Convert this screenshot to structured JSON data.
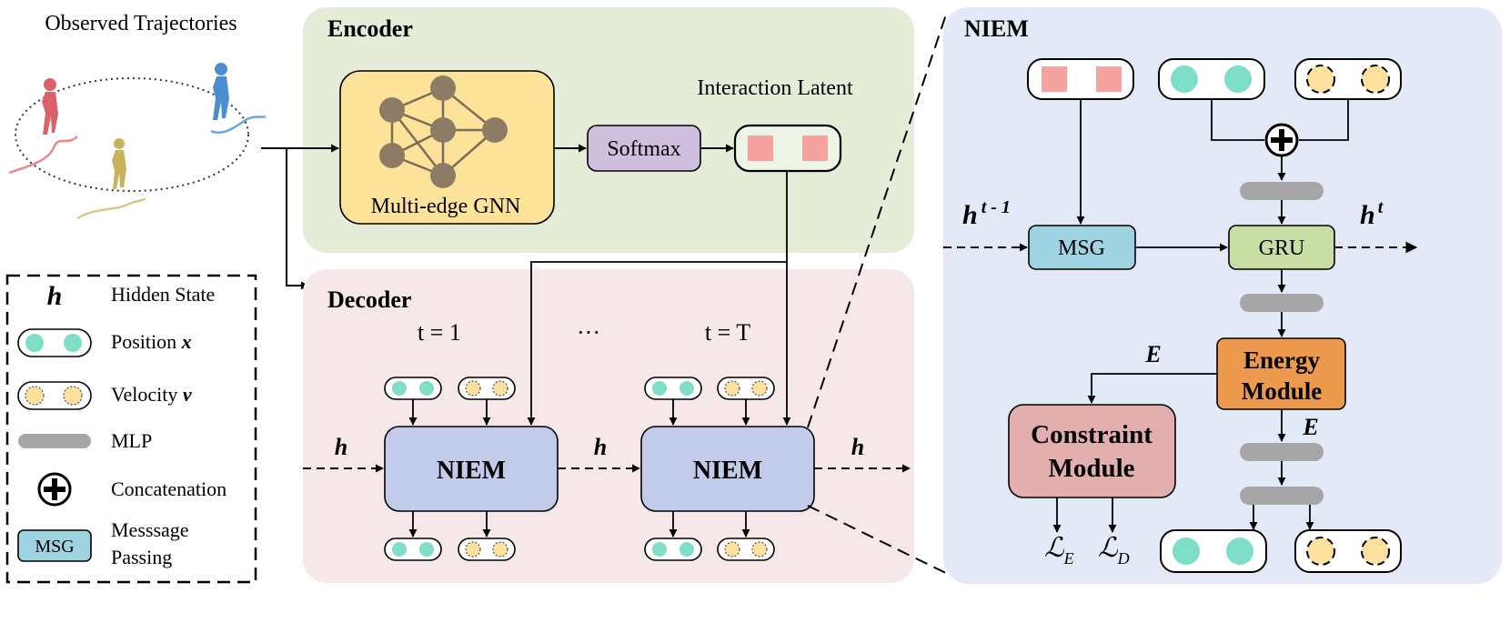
{
  "observed": {
    "title": "Observed Trajectories"
  },
  "encoder": {
    "title": "Encoder",
    "gnn_label": "Multi-edge GNN",
    "softmax_label": "Softmax",
    "latent_label": "Interaction Latent"
  },
  "decoder": {
    "title": "Decoder",
    "t1_label": "t = 1",
    "ellipsis": "···",
    "tT_label": "t = T",
    "niem_label": "NIEM",
    "h_symbol": "h"
  },
  "legend": {
    "hidden_symbol": "h",
    "hidden": "Hidden State",
    "position_text": "Position",
    "position_symbol": "x",
    "velocity_text": "Velocity",
    "velocity_symbol": "v",
    "mlp": "MLP",
    "concat": "Concatenation",
    "msg_box": "MSG",
    "msg_line1": "Messsage",
    "msg_line2": "Passing"
  },
  "niem": {
    "title": "NIEM",
    "msg": "MSG",
    "gru": "GRU",
    "energy_line1": "Energy",
    "energy_line2": "Module",
    "constraint_line1": "Constraint",
    "constraint_line2": "Module",
    "h_prev_base": "h",
    "h_prev_sup": "t - 1",
    "h_next_base": "h",
    "h_next_sup": "t",
    "E_label": "E",
    "LE_base": "ℒ",
    "LE_sub": "E",
    "LD_base": "ℒ",
    "LD_sub": "D"
  },
  "colors": {
    "encoder_bg": "#e5edd9",
    "decoder_bg": "#f6e8e8",
    "niem_bg": "#e4e9f7",
    "gnn_fill": "#fde39a",
    "softmax_fill": "#cfbfde",
    "niem_box": "#c3cbea",
    "msg_fill": "#9fd3e1",
    "gru_fill": "#c8dea5",
    "energy_fill": "#ee9a4e",
    "constraint_fill": "#e3aeae",
    "latent_square": "#f6a3a0",
    "position_dot": "#7fdec8",
    "velocity_dot": "#fbe0a0",
    "mlp_bar": "#a6a6a6",
    "graph_node": "#8c7c63"
  }
}
